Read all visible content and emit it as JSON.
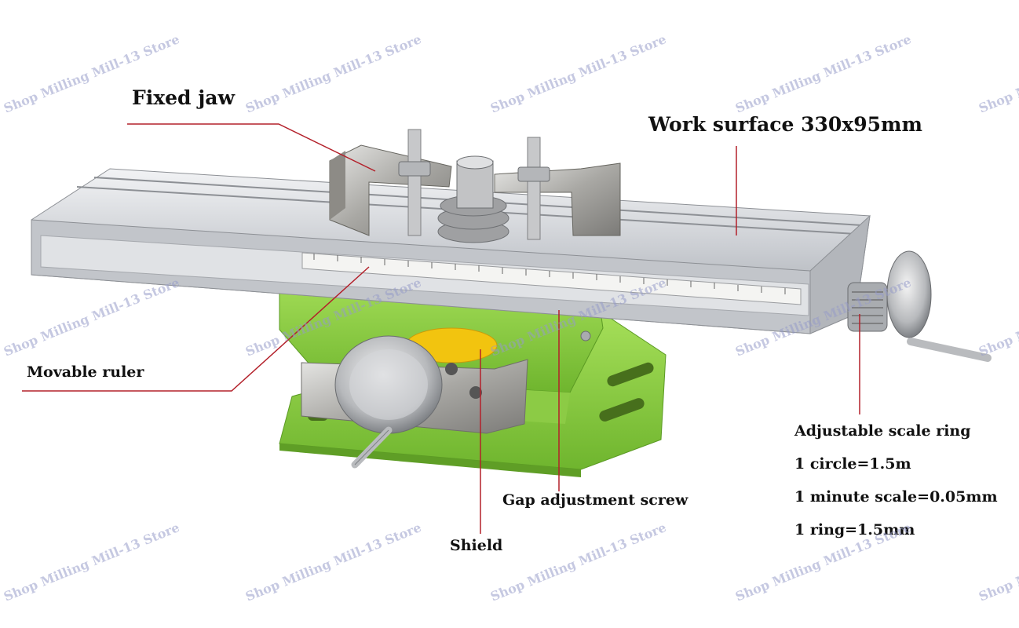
{
  "labels": {
    "fixed_jaw": "Fixed jaw",
    "work_surface": "Work surface 330x95mm",
    "movable_ruler": "Movable ruler",
    "adjustable_scale_ring": "Adjustable scale ring",
    "circle": "1 circle=1.5m",
    "minute_scale": "1 minute scale=0.05mm",
    "ring": "1 ring=1.5mm",
    "gap_screw": "Gap adjustment screw",
    "shield": "Shield"
  },
  "watermark": "Shop Milling Mill-13 Store",
  "colors": {
    "base_green": "#8fd143",
    "leader_line": "#b3202a",
    "aluminum": "#c8ccd2",
    "accent_yellow": "#f2c40f",
    "watermark": "#969bc8"
  }
}
